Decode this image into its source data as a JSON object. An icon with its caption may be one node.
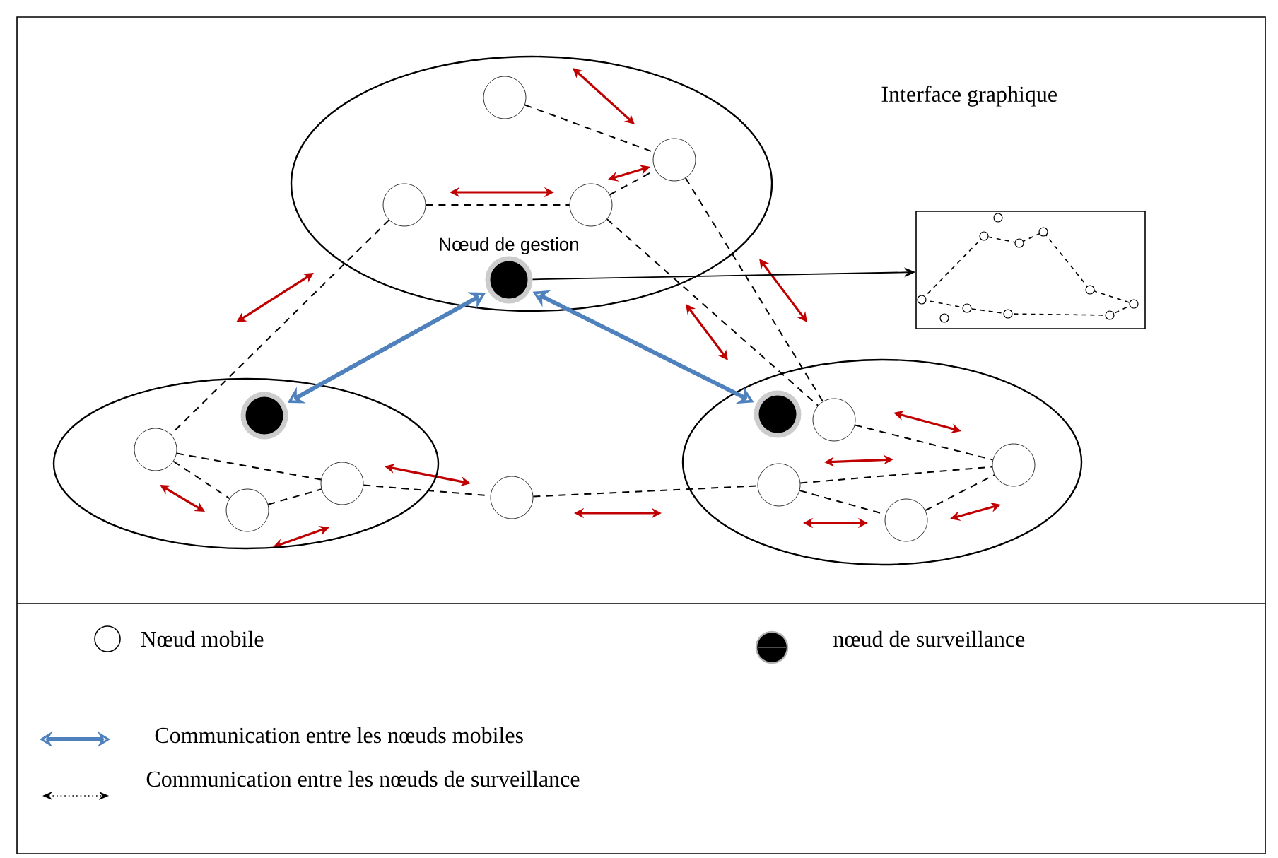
{
  "diagram": {
    "nodes": [
      {
        "text": [],
        "shape": "ellipse"
      },
      {
        "text": [],
        "shape": "circle",
        "in": 0
      },
      {
        "text": [],
        "shape": "circle",
        "in": 0
      },
      {
        "text": [],
        "shape": "circle",
        "in": 0
      },
      {
        "text": [],
        "shape": "circle",
        "in": 0
      },
      {
        "text": [
          "Nœud de gestion"
        ],
        "in": 0
      },
      {
        "text": [],
        "shape": "ellipse"
      },
      {
        "text": [],
        "shape": "dot",
        "in": 6
      },
      {
        "text": [],
        "shape": "circle",
        "in": 6
      },
      {
        "text": [],
        "shape": "circle",
        "in": 6
      },
      {
        "text": [],
        "shape": "circle",
        "in": 6
      },
      {
        "text": [],
        "shape": "circle"
      },
      {
        "text": [],
        "shape": "ellipse"
      },
      {
        "text": [],
        "shape": "dot",
        "in": 12
      },
      {
        "text": [],
        "shape": "circle",
        "in": 12
      },
      {
        "text": [],
        "shape": "circle",
        "in": 12
      },
      {
        "text": [],
        "shape": "circle",
        "in": 12
      },
      {
        "text": [],
        "shape": "circle",
        "in": 12
      },
      {
        "text": [],
        "shape": "box"
      }
    ],
    "edges": [
      {
        "from": 1,
        "to": 2,
        "arrow": "none",
        "style": "dashed"
      },
      {
        "from": 3,
        "to": 4,
        "arrow": "none",
        "style": "dashed"
      },
      {
        "from": 4,
        "to": 2,
        "arrow": "none",
        "style": "dashed"
      },
      {
        "from": 3,
        "to": 8,
        "arrow": "none",
        "style": "dashed"
      },
      {
        "from": 4,
        "to": 14,
        "arrow": "none",
        "style": "dashed"
      },
      {
        "from": 2,
        "to": 14,
        "arrow": "none",
        "style": "dashed"
      },
      {
        "from": 8,
        "to": 9,
        "arrow": "none",
        "style": "dashed"
      },
      {
        "from": 8,
        "to": 10,
        "arrow": "none",
        "style": "dashed"
      },
      {
        "from": 10,
        "to": 9,
        "arrow": "none",
        "style": "dashed"
      },
      {
        "from": 9,
        "to": 11,
        "arrow": "none",
        "style": "dashed"
      },
      {
        "from": 11,
        "to": 16,
        "arrow": "none",
        "style": "dashed"
      },
      {
        "from": 16,
        "to": 15,
        "arrow": "none",
        "style": "dashed"
      },
      {
        "from": 14,
        "to": 15,
        "arrow": "none",
        "style": "dashed"
      },
      {
        "from": 16,
        "to": 17,
        "arrow": "none",
        "style": "dashed"
      },
      {
        "from": 17,
        "to": 15,
        "arrow": "none",
        "style": "dashed"
      },
      {
        "from": 5,
        "to": 18,
        "arrow": "to"
      },
      {
        "from": 5,
        "to": 7,
        "arrow": "both",
        "style": "thick",
        "color": "#4f81bd"
      },
      {
        "from": 5,
        "to": 13,
        "arrow": "both",
        "style": "thick",
        "color": "#4f81bd"
      }
    ],
    "labels": [
      "Interface graphique"
    ],
    "legend": [
      {
        "text": "Nœud mobile"
      },
      {
        "text": "nœud de surveillance"
      },
      {
        "text": "Communication entre les nœuds mobiles"
      },
      {
        "text": "Communication entre les nœuds de surveillance"
      }
    ]
  }
}
